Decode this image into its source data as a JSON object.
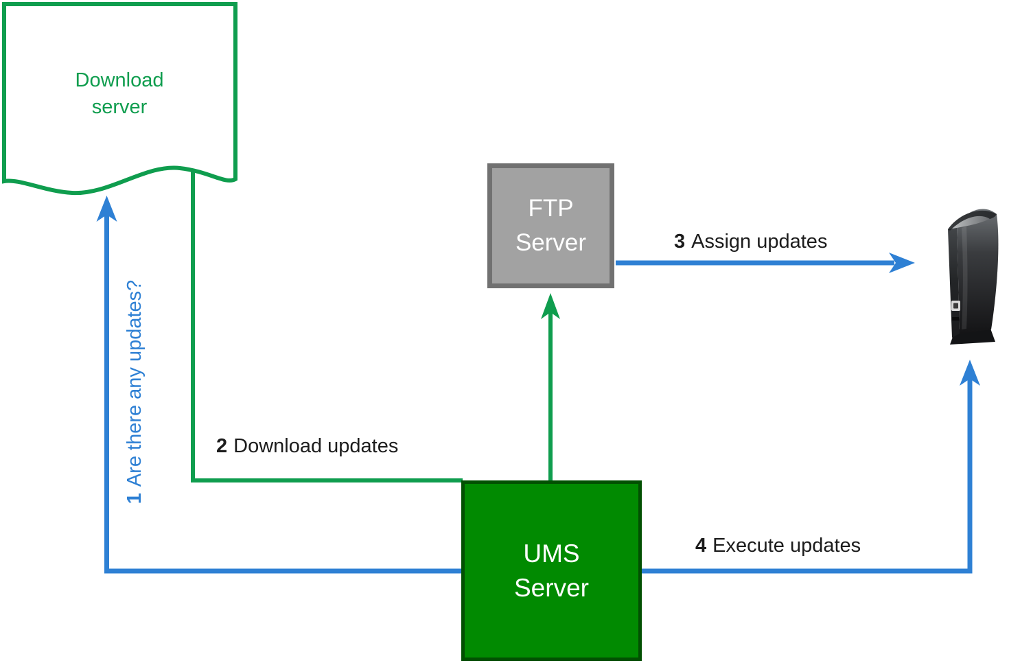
{
  "colors": {
    "background": "#ffffff",
    "green_connector": "#0f9d4e",
    "blue_connector": "#2e80d4",
    "download_server_outline": "#0f9d4e",
    "download_server_text": "#0f9d4e",
    "ftp_fill": "#a2a2a2",
    "ftp_border": "#717171",
    "ums_fill": "#018a01",
    "ums_border": "#025002",
    "node_text": "#ffffff",
    "label_text": "#1c1c1c"
  },
  "nodes": {
    "download_server": {
      "line1": "Download",
      "line2": "server",
      "shape": "wavy-bottom-document"
    },
    "ftp_server": {
      "line1": "FTP",
      "line2": "Server",
      "shape": "square"
    },
    "ums_server": {
      "line1": "UMS",
      "line2": "Server",
      "shape": "square"
    },
    "thin_client": {
      "icon": "thin-client-tower-device"
    }
  },
  "edges": [
    {
      "num": "1",
      "text": "Are there any updates?",
      "from": "ums_server",
      "to": "download_server",
      "color": "#2e80d4",
      "label_orientation": "vertical"
    },
    {
      "num": "2",
      "text": "Download updates",
      "from": "download_server",
      "to": "ums_server",
      "color": "#0f9d4e",
      "label_orientation": "horizontal"
    },
    {
      "num": "3",
      "text": "Assign updates",
      "from": "ftp_server",
      "to": "thin_client",
      "color": "#2e80d4",
      "label_orientation": "horizontal"
    },
    {
      "num": "4",
      "text": "Execute updates",
      "from": "ums_server",
      "to": "thin_client",
      "color": "#2e80d4",
      "label_orientation": "horizontal"
    },
    {
      "num": "",
      "text": "",
      "from": "ums_server",
      "to": "ftp_server",
      "color": "#0f9d4e",
      "label_orientation": "none"
    }
  ]
}
